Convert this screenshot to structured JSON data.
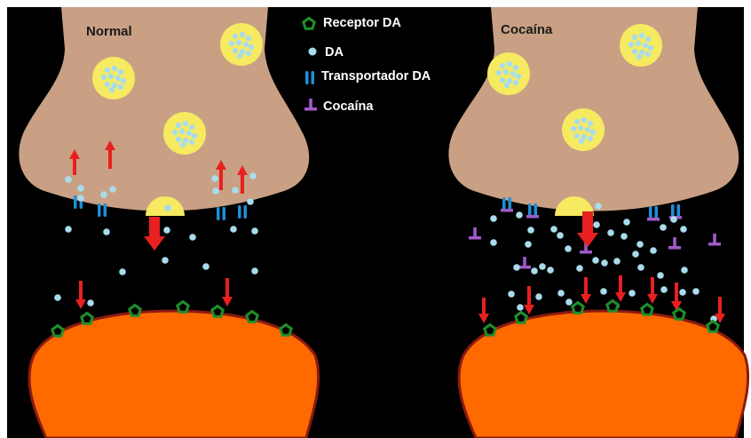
{
  "panels": {
    "left_title": "Normal",
    "right_title": "Cocaína"
  },
  "legend": {
    "receptor": "Receptor DA",
    "da": "DA",
    "transporter": "Transportador DA",
    "cocaine": "Cocaína"
  },
  "colors": {
    "background": "#000000",
    "presynaptic": "#c9a084",
    "postsynaptic": "#ff6a00",
    "postsynaptic_border": "#8b1a12",
    "vesicle": "#f6ea60",
    "dopamine": "#a8dcec",
    "receptor": "#1e8f2a",
    "transporter": "#1e90d6",
    "cocaine": "#a05ac8",
    "arrow": "#e82020"
  },
  "icons": {
    "receptor": "green-pentagon-icon",
    "da": "blue-dot-icon",
    "transporter": "blue-double-bar-icon",
    "cocaine": "purple-t-icon"
  }
}
